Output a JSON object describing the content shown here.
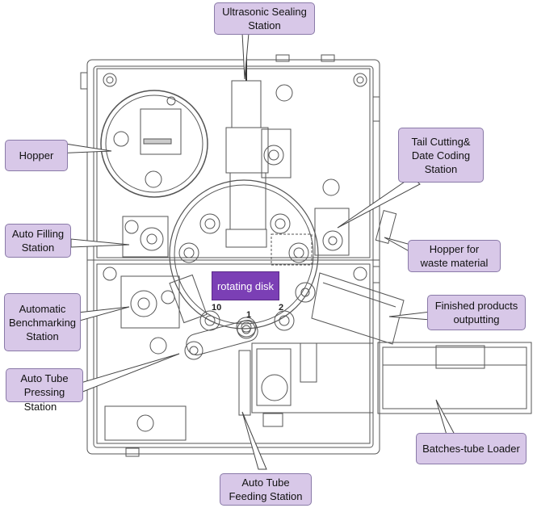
{
  "labels": {
    "ultrasonic": "Ultrasonic Sealing\nStation",
    "hopper": "Hopper",
    "tail_cutting": "Tail Cutting&\nDate Coding\nStation",
    "auto_filling": "Auto Filling\nStation",
    "hopper_waste": "Hopper for\nwaste material",
    "rotating_disk": "rotating disk",
    "finished_products": "Finished products\noutputting",
    "auto_benchmarking": "Automatic\nBenchmarking\nStation",
    "auto_tube_pressing": "Auto Tube\nPressing",
    "auto_tube_pressing_tail": "Station",
    "batches_loader": "Batches-tube Loader",
    "auto_tube_feeding": "Auto Tube\nFeeding Station"
  },
  "disk_numbers": {
    "n10": "10",
    "n1": "1",
    "n2": "2"
  },
  "colors": {
    "callout_fill": "#d8c8e8",
    "callout_border": "#8a7aa8",
    "disk_label_fill": "#7b3fb5",
    "line": "#444444"
  }
}
